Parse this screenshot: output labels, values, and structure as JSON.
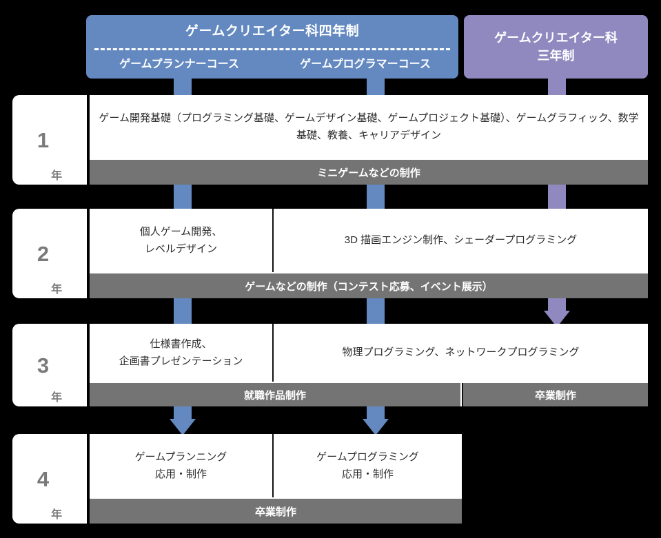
{
  "header": {
    "left": {
      "title": "ゲームクリエイター科四年制",
      "courses": [
        {
          "label": "ゲームプランナーコース"
        },
        {
          "label": "ゲームプログラマーコース"
        }
      ]
    },
    "right": {
      "line1": "ゲームクリエイター科",
      "line2": "三年制"
    }
  },
  "colors": {
    "blue": "#6389c0",
    "purple": "#8f89c0",
    "gray_bar": "#747474",
    "cell_bg": "#ffffff",
    "background": "#000000",
    "year_label": "#7a7a7a",
    "body_text": "#2b2b2b"
  },
  "rows": [
    {
      "year_number": "1",
      "year_suffix": "年",
      "cells": [
        {
          "text": "ゲーム開発基礎（プログラミング基礎、ゲームデザイン基礎、ゲームプロジェクト基礎）、ゲームグラフィック、数学基礎、教養、キャリアデザイン"
        }
      ],
      "bars": [
        {
          "text": "ミニゲームなどの制作"
        }
      ]
    },
    {
      "year_number": "2",
      "year_suffix": "年",
      "cells": [
        {
          "text": "個人ゲーム開発、\nレベルデザイン"
        },
        {
          "text": "3D 描画エンジン制作、シェーダープログラミング"
        }
      ],
      "bars": [
        {
          "text": "ゲームなどの制作（コンテスト応募、イベント展示）"
        }
      ]
    },
    {
      "year_number": "3",
      "year_suffix": "年",
      "cells": [
        {
          "text": "仕様書作成、\n企画書プレゼンテーション"
        },
        {
          "text": "物理プログラミング、ネットワークプログラミング"
        }
      ],
      "bars": [
        {
          "text": "就職作品制作"
        },
        {
          "text": "卒業制作"
        }
      ]
    },
    {
      "year_number": "4",
      "year_suffix": "年",
      "cells": [
        {
          "text": "ゲームプランニング\n応用・制作"
        },
        {
          "text": "ゲームプログラミング\n応用・制作"
        }
      ],
      "bars": [
        {
          "text": "卒業制作"
        }
      ]
    }
  ]
}
